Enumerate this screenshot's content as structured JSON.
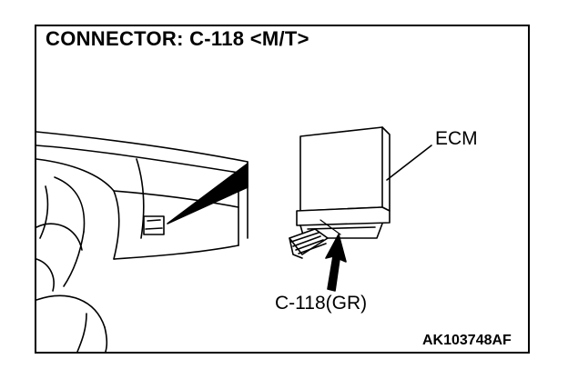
{
  "title": "CONNECTOR: C-118 <M/T>",
  "labels": {
    "ecm": "ECM",
    "connector": "C-118(GR)",
    "figure_code": "AK103748AF"
  }
}
